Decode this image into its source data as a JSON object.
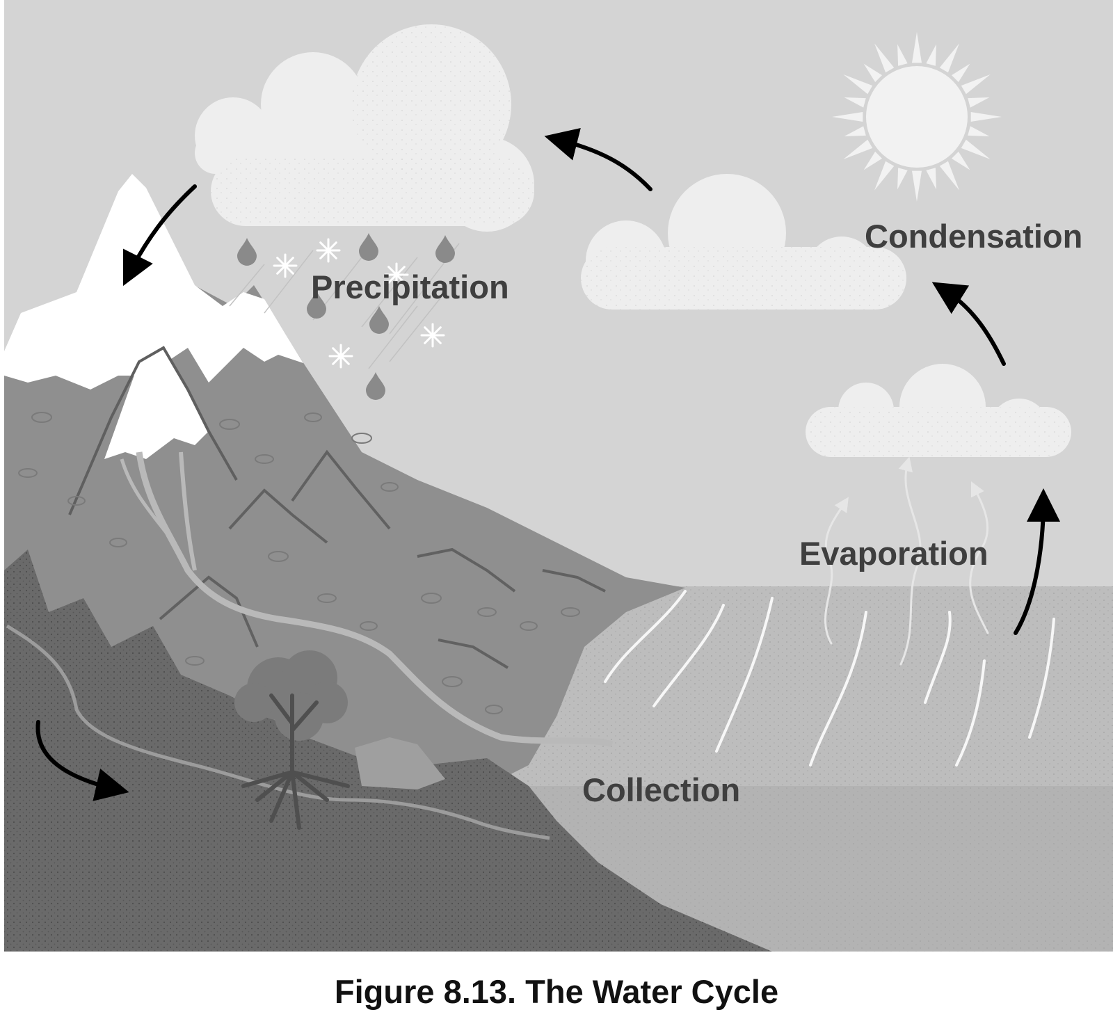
{
  "diagram": {
    "caption": "Figure 8.13. The Water Cycle",
    "stages": {
      "precipitation": "Precipitation",
      "condensation": "Condensation",
      "evaporation": "Evaporation",
      "collection": "Collection"
    },
    "colors": {
      "sky": "#d4d4d4",
      "snow": "#ffffff",
      "mountain": "#8f8f8f",
      "mountain_dark": "#7d7d7d",
      "foreground_hill": "#696969",
      "sea": "#bdbdbd",
      "sea_deep": "#b0b0b0",
      "cloud": "#eeeeee",
      "sun": "#f2f2f2",
      "arrow": "#000000",
      "label_text": "#3f3f3f"
    },
    "icons": [
      "sun-icon",
      "cloud-icon",
      "raindrop-icon",
      "snowflake-icon",
      "tree-icon",
      "cycle-arrow-icon",
      "vapor-stream-icon"
    ]
  }
}
